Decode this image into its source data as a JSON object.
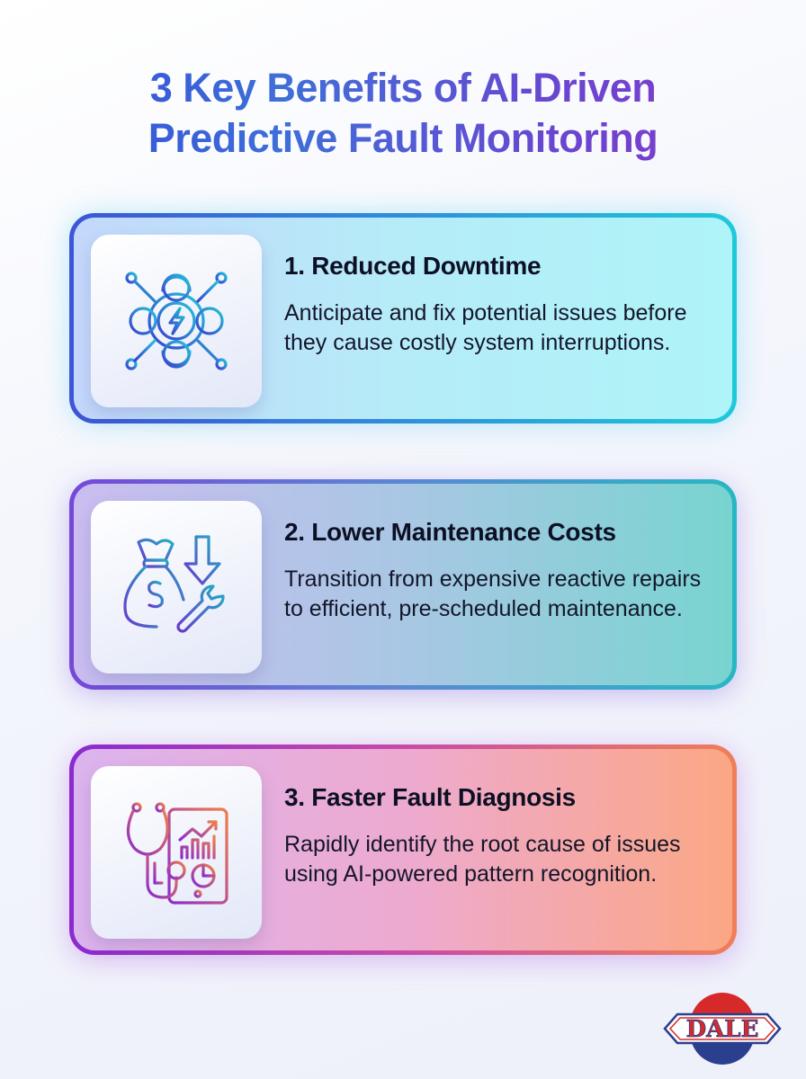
{
  "title": {
    "line1": "3 Key Benefits of AI-Driven",
    "line2": "Predictive Fault Monitoring"
  },
  "benefits": [
    {
      "title": "1. Reduced Downtime",
      "description": "Anticipate and fix potential issues before they cause costly system interruptions.",
      "icon": "gear-network-lightning-icon",
      "colors": {
        "start": "#3d55d6",
        "end": "#1fc9da"
      }
    },
    {
      "title": "2. Lower Maintenance Costs",
      "description": "Transition from expensive reactive repairs to efficient, pre-scheduled maintenance.",
      "icon": "money-bag-wrench-icon",
      "colors": {
        "start": "#7548d8",
        "end": "#27b7c4"
      }
    },
    {
      "title": "3. Faster Fault Diagnosis",
      "description": "Rapidly identify the root cause of issues using AI-powered pattern recognition.",
      "icon": "stethoscope-chart-icon",
      "colors": {
        "start": "#8a2ad0",
        "end": "#f07e58"
      }
    }
  ],
  "logo": {
    "text": "DALE",
    "colors": {
      "red": "#d62a2a",
      "blue": "#2b3f8f"
    }
  }
}
